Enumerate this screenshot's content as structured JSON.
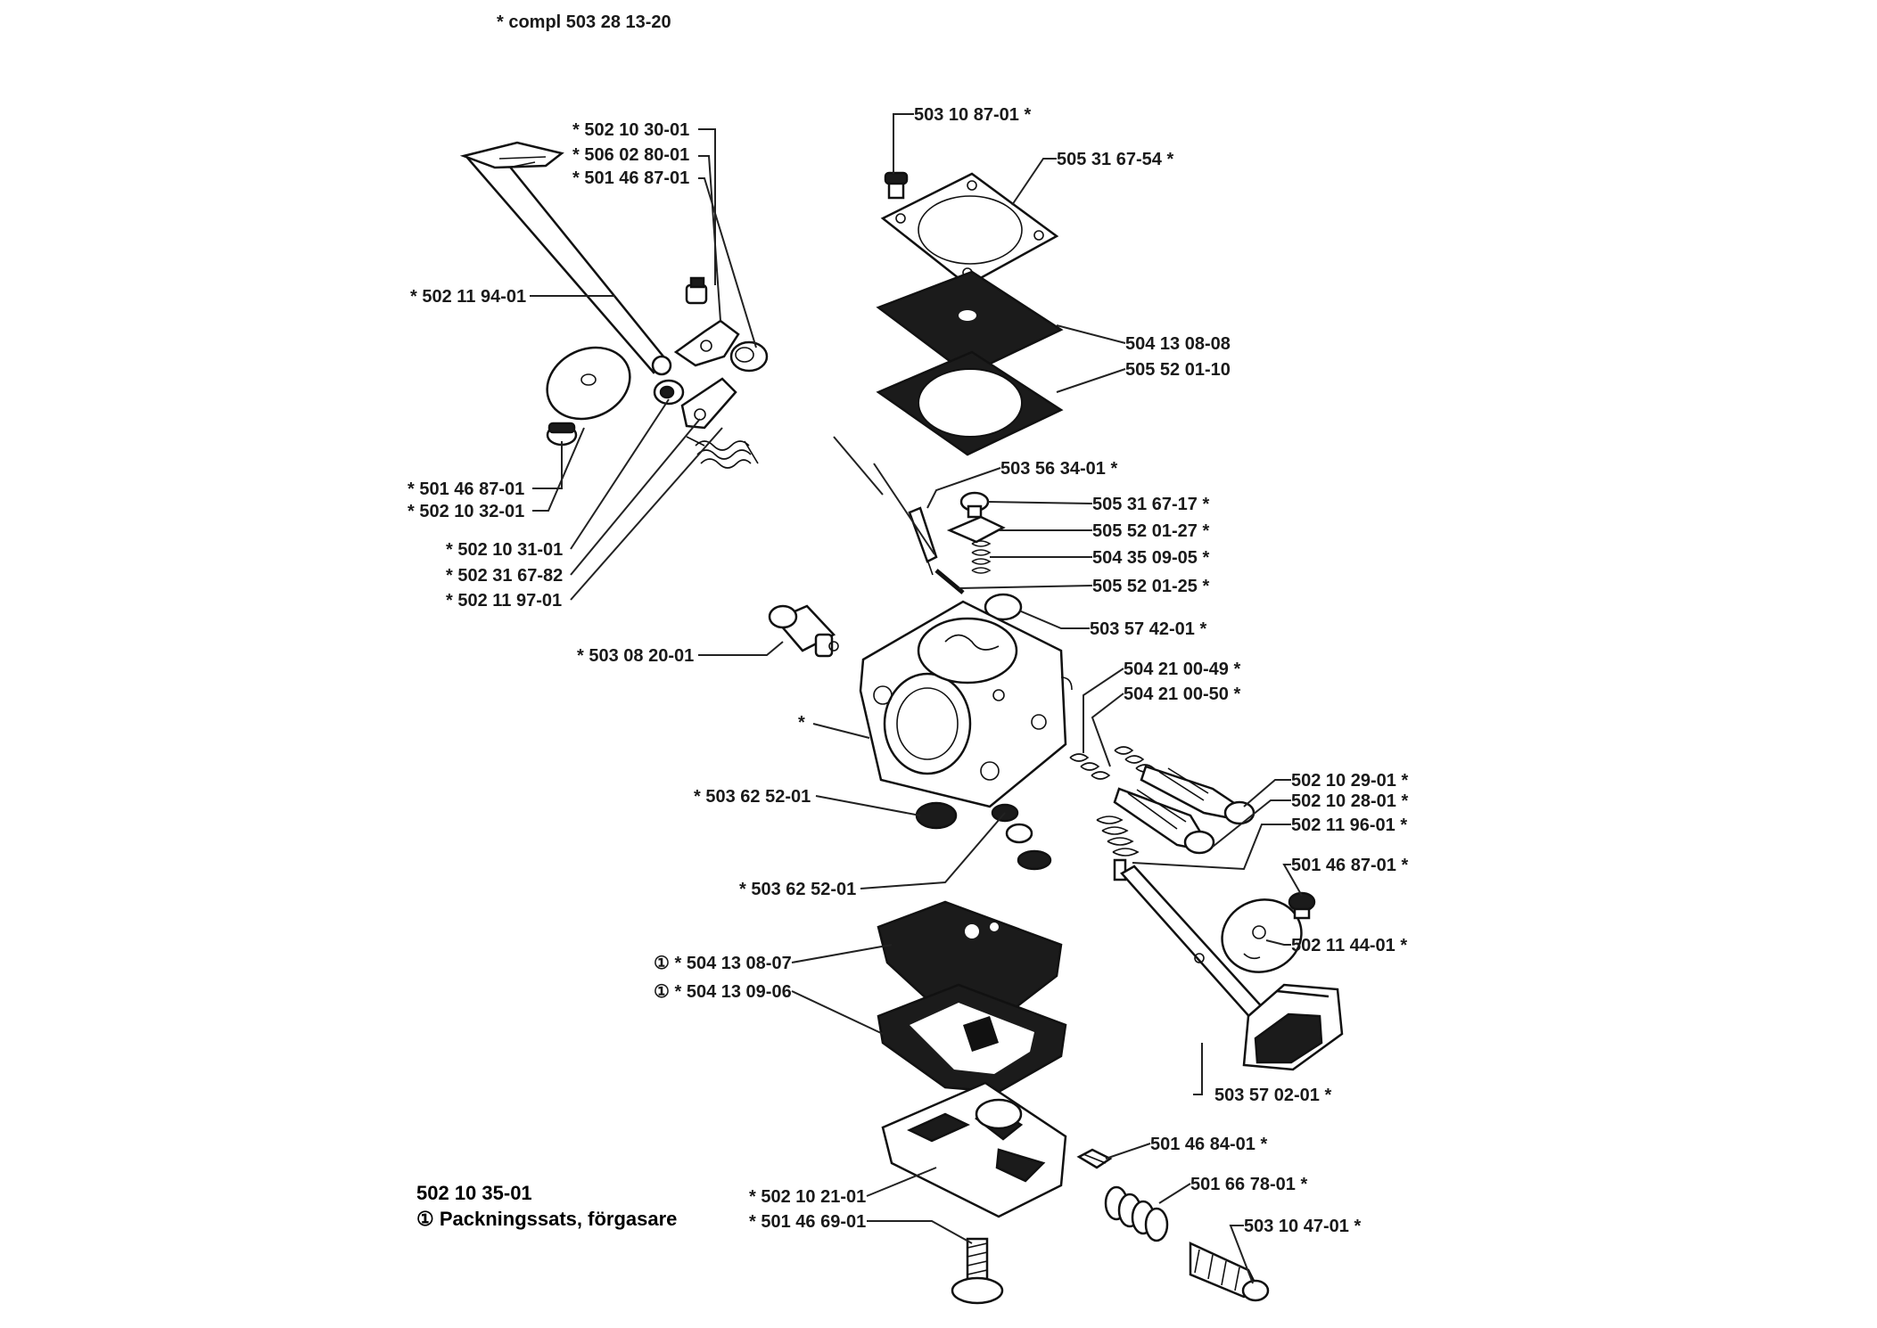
{
  "header": {
    "compl_label": "*  compl 503 28 13-20"
  },
  "labels": [
    "503 10 87-01  *",
    "505 31 67-54  *",
    "*  502 10 30-01",
    "*  506 02 80-01",
    "*  501 46 87-01",
    "*  502 11 94-01",
    "504 13 08-08",
    "505 52 01-10",
    "503 56 34-01  *",
    "*  501 46 87-01",
    "*  502 10 32-01",
    "505 31 67-17  *",
    "505 52 01-27  *",
    "*  502 10 31-01",
    "504 35 09-05  *",
    "*  502 31 67-82",
    "505 52 01-25  *",
    "*  502 11 97-01",
    "503 57 42-01  *",
    "*  503 08 20-01",
    "504 21 00-49  *",
    "504 21 00-50  *",
    "*",
    "502 10 29-01  *",
    "502 10 28-01  *",
    "*  503 62 52-01",
    "502 11 96-01  *",
    "501 46 87-01  *",
    "*  503 62 52-01",
    "502 11 44-01  *",
    "①  *  504 13 08-07",
    "①  *  504 13 09-06",
    "503 57 02-01  *",
    "501 46 84-01  *",
    "501 66 78-01  *",
    "*  502 10 21-01",
    "503 10 47-01  *",
    "*  501 46 69-01"
  ],
  "kit": {
    "number": "502 10 35-01",
    "name": "①  Packningssats, förgasare"
  }
}
